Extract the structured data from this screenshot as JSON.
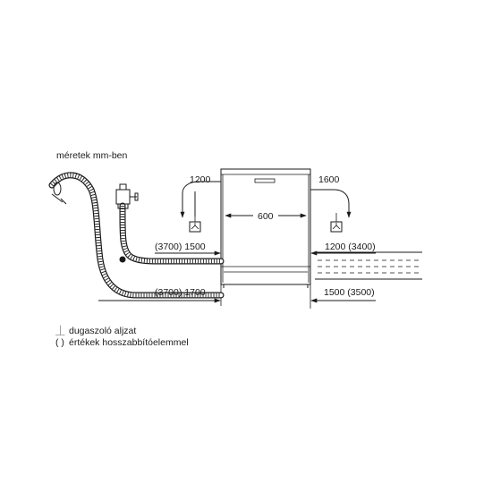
{
  "header": {
    "units_label": "méretek mm-ben"
  },
  "dimensions": {
    "top_left": "1200",
    "top_right": "1600",
    "width": "600",
    "left_upper": "(3700) 1500",
    "left_lower": "(3700) 1700",
    "right_upper": "1200 (3400)",
    "right_lower": "1500 (3500)"
  },
  "legend": {
    "socket_symbol": "⏊",
    "socket_label": "dugaszoló aljzat",
    "extension_symbol": "( )",
    "extension_label": "értékek hosszabbítóelemmel"
  }
}
